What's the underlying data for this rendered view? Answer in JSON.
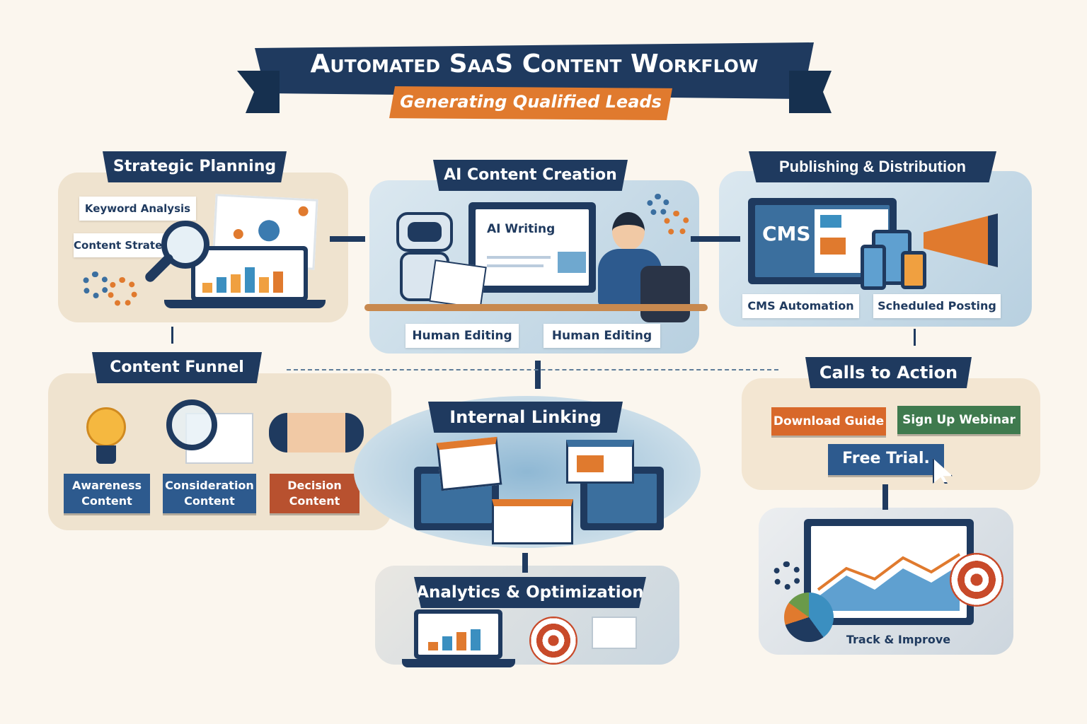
{
  "title": {
    "main": "Automated SaaS Content Workflow",
    "subtitle": "Generating Qualified Leads"
  },
  "colors": {
    "navy": "#1f3a5f",
    "orange": "#e07a2e",
    "green": "#3f7a4e",
    "rust": "#b8512f",
    "background": "#fbf6ee"
  },
  "strategic_planning": {
    "title": "Strategic Planning",
    "items": [
      "Keyword Analysis",
      "Content Strategy"
    ]
  },
  "ai_content_creation": {
    "title": "AI Content Creation",
    "screen_label": "AI Writing",
    "labels": [
      "Human Editing",
      "Human Editing"
    ]
  },
  "publishing": {
    "title": "Publishing & Distribution",
    "screen_label": "CMS",
    "labels": [
      "CMS Automation",
      "Scheduled Posting"
    ]
  },
  "content_funnel": {
    "title": "Content Funnel",
    "stages": [
      "Awareness Content",
      "Consideration Content",
      "Decision Content"
    ]
  },
  "internal_linking": {
    "title": "Internal Linking"
  },
  "calls_to_action": {
    "title": "Calls to Action",
    "buttons": [
      "Download Guide",
      "Sign Up Webinar",
      "Free Trial."
    ]
  },
  "analytics": {
    "title": "Analytics & Optimization"
  },
  "tracking": {
    "label": "Track & Improve"
  }
}
